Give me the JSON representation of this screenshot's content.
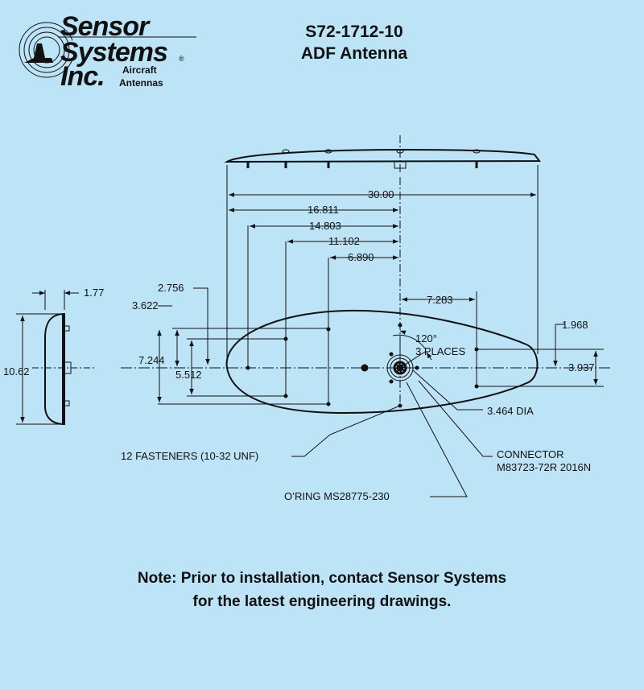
{
  "logo": {
    "line1": "Sensor",
    "line2": "Systems",
    "line3": "Inc.",
    "registered": "®",
    "sub1": "Aircraft",
    "sub2": "Antennas"
  },
  "title": {
    "part_number": "S72-1712-10",
    "name": "ADF Antenna"
  },
  "dimensions": {
    "overall_length": "30.00",
    "d16811": "16.811",
    "d14803": "14.803",
    "d11102": "11.102",
    "d6890": "6.890",
    "d7283": "7.283",
    "d2756": "2.756",
    "d3622": "3.622",
    "d7244": "7.244",
    "d5512": "5.512",
    "d1968": "1.968",
    "d3937": "3.937",
    "side_height": "10.62",
    "side_depth": "1.77",
    "angle": "120°",
    "angle_places": "3 PLACES",
    "connector_dia": "3.464 DIA"
  },
  "callouts": {
    "fasteners": "12 FASTENERS (10-32 UNF)",
    "connector_line1": "CONNECTOR",
    "connector_line2": "M83723-72R 2016N",
    "oring": "O’RING MS28775-230"
  },
  "note": {
    "line1": "Note:  Prior to installation, contact Sensor Systems",
    "line2": "for the latest engineering drawings."
  }
}
